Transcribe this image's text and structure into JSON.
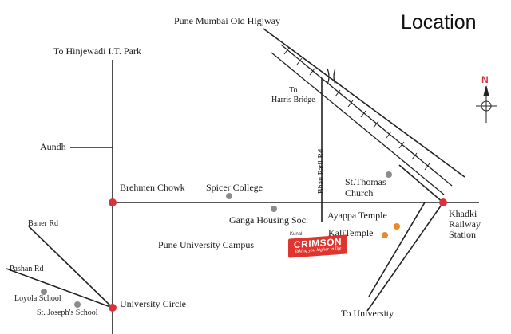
{
  "title": "Location",
  "labels": {
    "pune_mumbai_highway": "Pune Mumbai Old Higjway",
    "hinjewadi": "To Hinjewadi I.T. Park",
    "harris_bridge": "To\nHarris Bridge",
    "aundh": "Aundh",
    "bhau_patil_rd": "Bhau Patil Rd",
    "st_thomas": "St.Thomas\nChurch",
    "brehmen_chowk": "Brehmen Chowk",
    "spicer_college": "Spicer College",
    "khadki_station": "Khadki\nRailway\nStation",
    "ganga_housing": "Ganga Housing Soc.",
    "ayappa_temple": "Ayappa Temple",
    "kali_temple": "KaliTemple",
    "baner_rd": "Baner Rd",
    "pune_university": "Pune University Campus",
    "pashan_rd": "Pashan Rd",
    "loyola_school": "Loyola School",
    "university_circle": "University Circle",
    "st_josephs": "St. Joseph's School",
    "to_university": "To University"
  },
  "compass": {
    "north": "N"
  },
  "logo": {
    "prefix": "Kunal",
    "brand": "CRIMSON",
    "tagline": "Taking you higher in life"
  },
  "colors": {
    "road": "#222222",
    "junction": "#d8323a",
    "landmark_gray": "#8c8c8c",
    "temple_orange": "#e8892c",
    "brand_red": "#e0352f"
  }
}
